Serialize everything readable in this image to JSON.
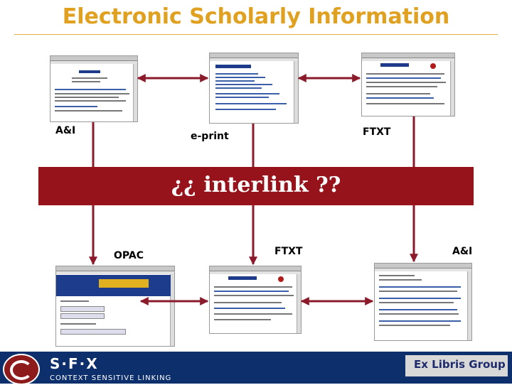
{
  "title": "Electronic Scholarly Information",
  "labels": {
    "top_left": "A&I",
    "top_center": "e-print",
    "top_right": "FTXT",
    "bottom_left": "OPAC",
    "bottom_center": "FTXT",
    "bottom_right": "A&I"
  },
  "banner": {
    "text": "¿¿ interlink ??"
  },
  "footer": {
    "brand": "S·F·X",
    "tagline": "CONTEXT SENSITIVE LINKING",
    "company": "Ex Libris Group"
  },
  "colors": {
    "title": "#e0a020",
    "banner": "#96131b",
    "arrows": "#8b1a2b",
    "footer": "#0d2f6b"
  }
}
